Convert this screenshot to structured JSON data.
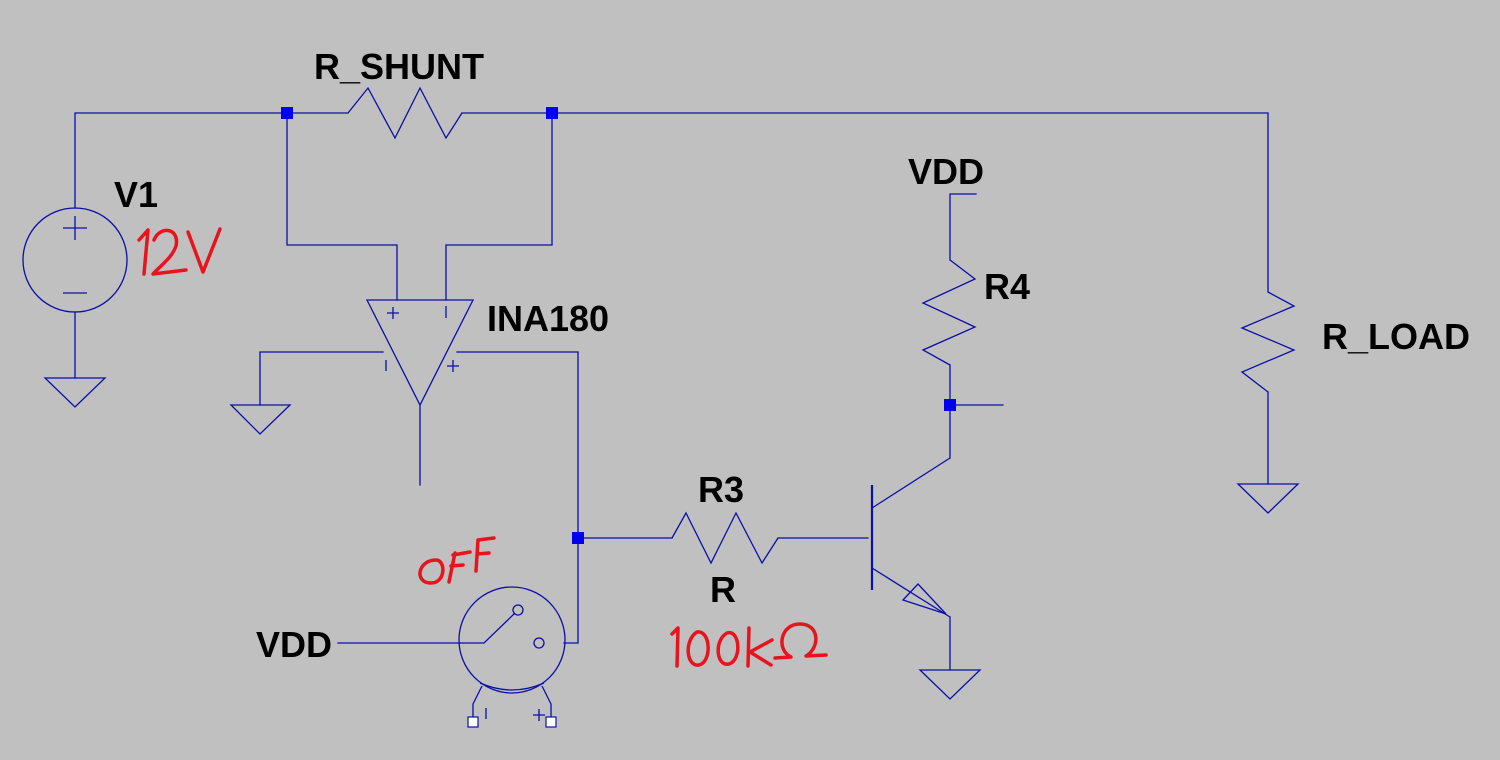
{
  "colors": {
    "background": "#c0c0c0",
    "wire": "#0b0fa8",
    "junction": "#0000ee",
    "label": "#000000",
    "annotation": "#e8141d"
  },
  "labels": {
    "r_shunt": "R_SHUNT",
    "v1": "V1",
    "ina180": "INA180",
    "vdd_top": "VDD",
    "r4": "R4",
    "r_load": "R_LOAD",
    "r3": "R3",
    "r3_value_label": "R",
    "vdd_switch": "VDD"
  },
  "annotations": {
    "v1_value": "12V",
    "r3_value": "100kΩ",
    "switch_state": "OFF"
  },
  "pin_marks": {
    "plus": "+",
    "minus": "−"
  },
  "icons": {
    "voltage_source": "voltage-source-icon",
    "resistor": "resistor-icon",
    "op_amp": "amplifier-icon",
    "npn_transistor": "npn-transistor-icon",
    "ground": "ground-icon",
    "switch": "voltage-controlled-switch-icon"
  }
}
